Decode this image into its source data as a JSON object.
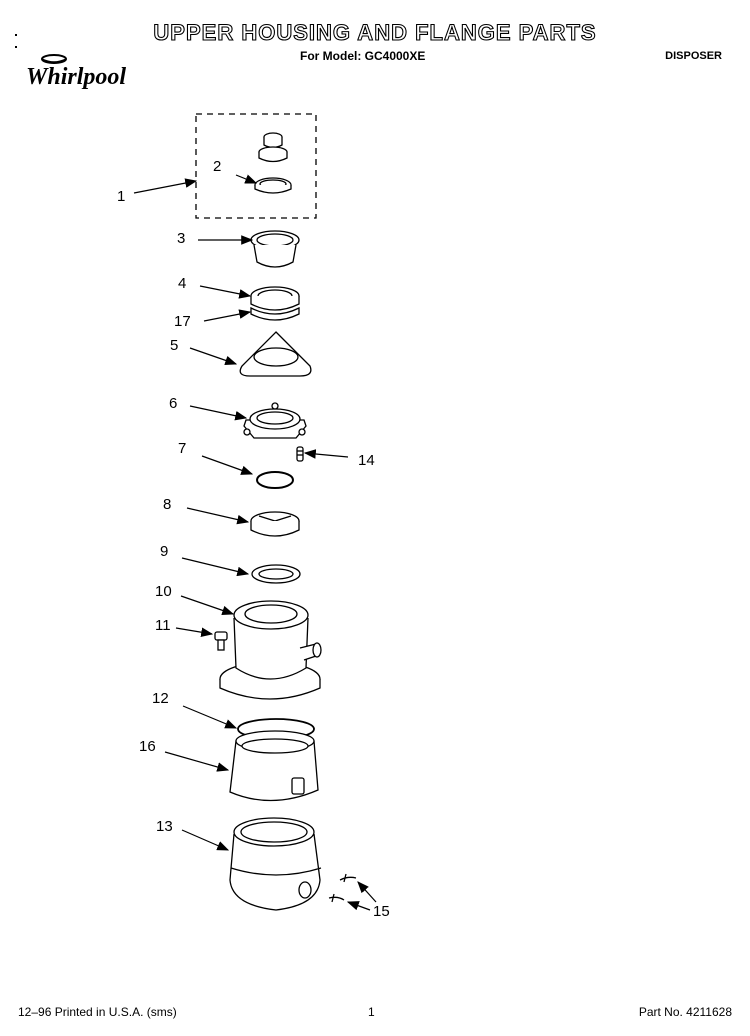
{
  "header": {
    "title": "UPPER HOUSING AND FLANGE PARTS",
    "model_line": "For Model: GC4000XE",
    "category": "DISPOSER"
  },
  "logo": {
    "brand": "Whirlpool",
    "icon": "whirlpool-logo-icon"
  },
  "callouts": [
    "1",
    "2",
    "3",
    "4",
    "17",
    "5",
    "6",
    "14",
    "7",
    "8",
    "9",
    "10",
    "11",
    "12",
    "16",
    "13",
    "15"
  ],
  "footer": {
    "left": "12–96 Printed in U.S.A. (sms)",
    "center": "1",
    "right": "Part No. 4211628"
  }
}
